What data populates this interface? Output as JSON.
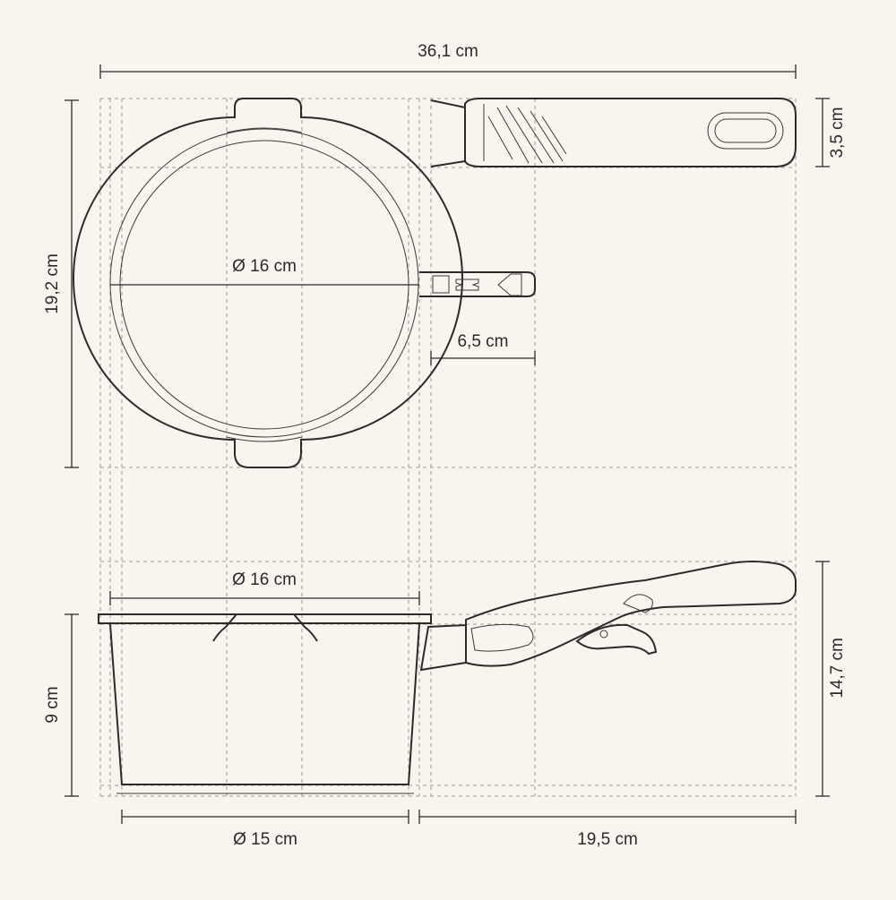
{
  "diagram": {
    "background": "#f8f5ef",
    "line_color": "#2b2b2b",
    "grid_color": "#9a9a9a",
    "dimensions": {
      "total_width": "36,1 cm",
      "total_height": "19,2 cm",
      "handle_thickness": "3,5 cm",
      "top_diameter": "Ø 16 cm",
      "handle_bracket": "6,5 cm",
      "rim_diameter": "Ø 16 cm",
      "body_height": "9 cm",
      "side_height": "14,7 cm",
      "base_diameter": "Ø 15 cm",
      "handle_length": "19,5 cm"
    },
    "icons": [
      "saucepan-top-view",
      "handle-top-view",
      "saucepan-side-view",
      "handle-side-view"
    ]
  }
}
